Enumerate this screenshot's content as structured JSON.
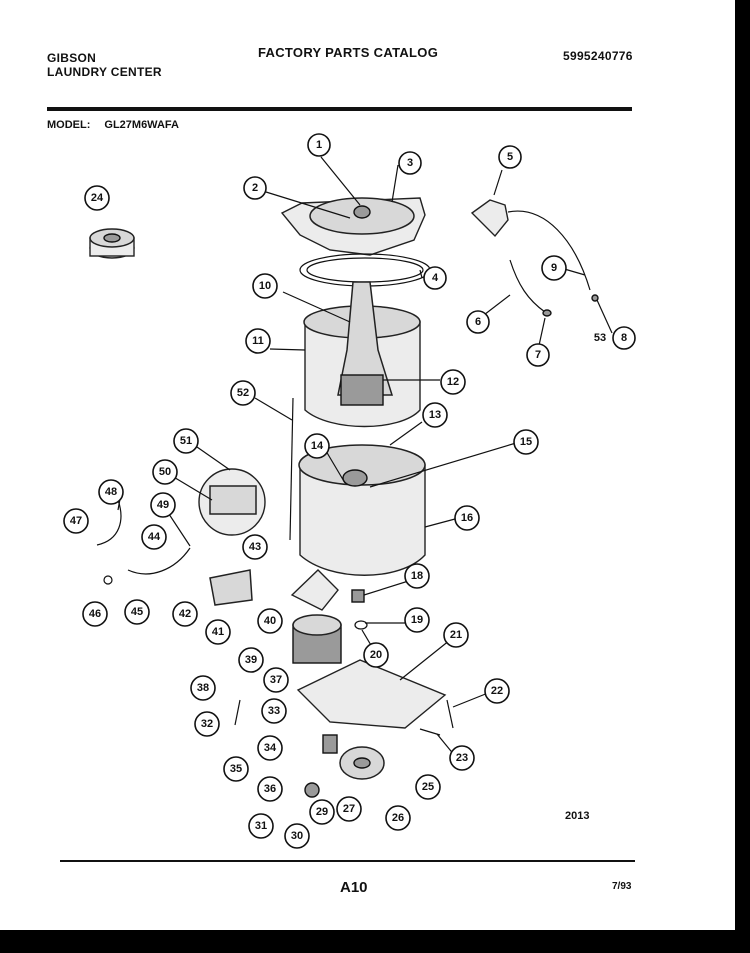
{
  "header": {
    "brand": "GIBSON",
    "subtitle": "LAUNDRY CENTER",
    "catalog_title": "FACTORY PARTS CATALOG",
    "catalog_number": "5995240776",
    "model_label": "MODEL:",
    "model_value": "GL27M6WAFA"
  },
  "callouts": [
    "1",
    "2",
    "3",
    "4",
    "5",
    "6",
    "7",
    "8",
    "9",
    "10",
    "11",
    "12",
    "13",
    "14",
    "15",
    "16",
    "18",
    "19",
    "20",
    "21",
    "22",
    "23",
    "24",
    "25",
    "26",
    "27",
    "29",
    "30",
    "31",
    "32",
    "33",
    "34",
    "35",
    "36",
    "37",
    "38",
    "39",
    "40",
    "41",
    "42",
    "43",
    "44",
    "45",
    "46",
    "47",
    "48",
    "49",
    "50",
    "51",
    "52",
    "53"
  ],
  "footer": {
    "drawing_code": "2013",
    "page_number": "A10",
    "date": "7/93"
  },
  "colors": {
    "ink": "#111111",
    "paper": "#ffffff",
    "part_fill": "#d8d8d8"
  }
}
